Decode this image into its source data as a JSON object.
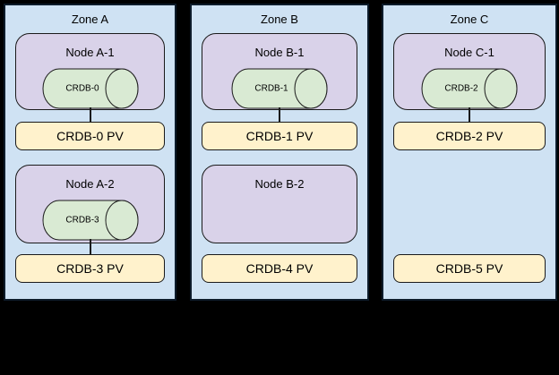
{
  "diagram": {
    "description": "Three availability zones with Kubernetes nodes, CockroachDB pods (cylinders) and persistent volumes",
    "colors": {
      "background": "#000000",
      "zone_fill": "#cfe2f3",
      "node_fill": "#d9d2e9",
      "pod_fill": "#d9ead3",
      "pv_fill": "#fff2cc",
      "outline": "#000000"
    },
    "zones": [
      {
        "label": "Zone A",
        "nodes": [
          {
            "label": "Node A-1",
            "pod": "CRDB-0",
            "connected_to_pv": true
          },
          {
            "label": "Node A-2",
            "pod": "CRDB-3",
            "connected_to_pv": true
          }
        ],
        "pvs": [
          {
            "label": "CRDB-0 PV"
          },
          {
            "label": "CRDB-3 PV"
          }
        ]
      },
      {
        "label": "Zone B",
        "nodes": [
          {
            "label": "Node B-1",
            "pod": "CRDB-1",
            "connected_to_pv": true
          },
          {
            "label": "Node B-2",
            "pod": null,
            "connected_to_pv": false
          }
        ],
        "pvs": [
          {
            "label": "CRDB-1 PV"
          },
          {
            "label": "CRDB-4 PV"
          }
        ]
      },
      {
        "label": "Zone C",
        "nodes": [
          {
            "label": "Node C-1",
            "pod": "CRDB-2",
            "connected_to_pv": true
          }
        ],
        "pvs": [
          {
            "label": "CRDB-2 PV"
          },
          {
            "label": "CRDB-5 PV"
          }
        ]
      }
    ]
  }
}
